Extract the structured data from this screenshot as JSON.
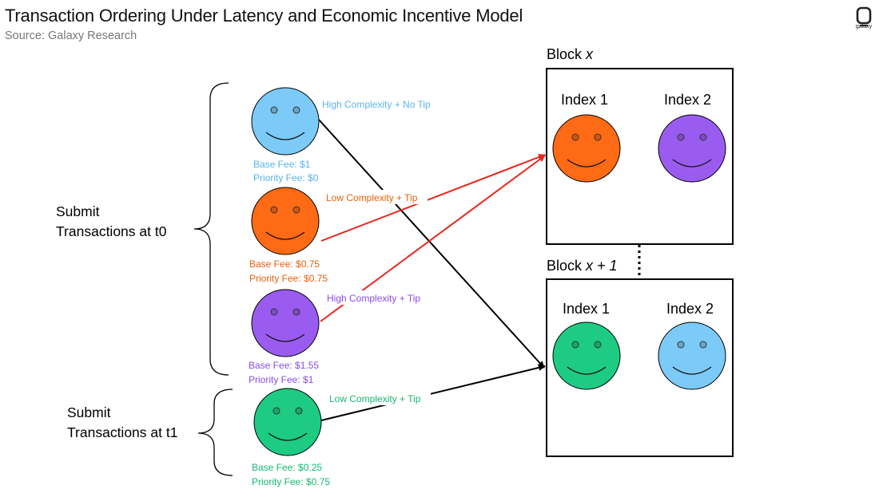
{
  "header": {
    "title": "Transaction Ordering Under Latency and Economic Incentive Model",
    "source": "Source: Galaxy Research",
    "logo_text": "galaxy"
  },
  "groups": [
    {
      "line1": "Submit",
      "line2": "Transactions at t0"
    },
    {
      "line1": "Submit",
      "line2": "Transactions at t1"
    }
  ],
  "transactions": [
    {
      "label": "High Complexity + No Tip",
      "base_fee": "Base Fee: $1",
      "priority_fee": "Priority Fee: $0",
      "color": "#7ccaf7",
      "text_color": "#5bb4ec"
    },
    {
      "label": "Low Complexity + Tip",
      "base_fee": "Base Fee: $0.75",
      "priority_fee": "Priority Fee: $0.75",
      "color": "#ff6a14",
      "text_color": "#e8600f"
    },
    {
      "label": "High Complexity + Tip",
      "base_fee": "Base Fee: $1.55",
      "priority_fee": "Priority Fee: $1",
      "color": "#9a5cf0",
      "text_color": "#8a4de6"
    },
    {
      "label": "Low Complexity + Tip",
      "base_fee": "Base Fee: $0.25",
      "priority_fee": "Priority Fee: $0.75",
      "color": "#1ecb83",
      "text_color": "#16b874"
    }
  ],
  "blocks": [
    {
      "title_prefix": "Block ",
      "title_var": "x",
      "title_suffix": "",
      "index1": "Index 1",
      "index2": "Index 2"
    },
    {
      "title_prefix": "Block ",
      "title_var": "x + 1",
      "title_suffix": "",
      "index1": "Index 1",
      "index2": "Index 2"
    }
  ],
  "colors": {
    "arrow_red": "#e8271c",
    "arrow_black": "#000000",
    "orange": "#ff6a14",
    "purple": "#9a5cf0",
    "green": "#1ecb83",
    "blue": "#7ccaf7"
  }
}
